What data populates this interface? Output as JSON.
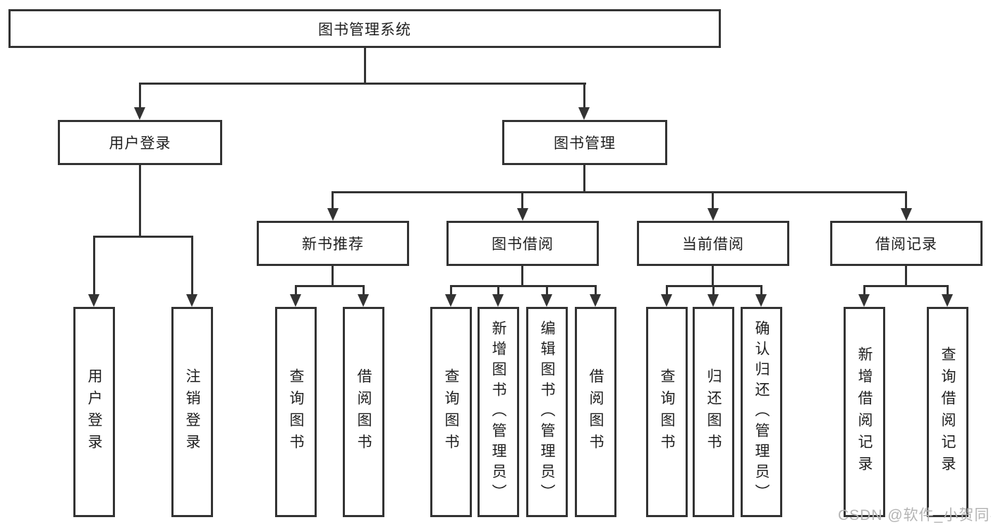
{
  "diagram_title": "图书管理系统",
  "colors": {
    "line": "#333333",
    "text": "#1f1f1f",
    "watermark": "#b4b4b4",
    "background": "#ffffff"
  },
  "nodes": {
    "root": {
      "label": "图书管理系统"
    },
    "user_login": {
      "label": "用户登录",
      "leaves": [
        {
          "label": "用户登录"
        },
        {
          "label": "注销登录"
        }
      ]
    },
    "book_management": {
      "label": "图书管理",
      "children": [
        {
          "label": "新书推荐",
          "leaves": [
            {
              "label": "查询图书"
            },
            {
              "label": "借阅图书"
            }
          ]
        },
        {
          "label": "图书借阅",
          "leaves": [
            {
              "label": "查询图书"
            },
            {
              "label": "新增图书（管理员）"
            },
            {
              "label": "编辑图书（管理员）"
            },
            {
              "label": "借阅图书"
            }
          ]
        },
        {
          "label": "当前借阅",
          "leaves": [
            {
              "label": "查询图书"
            },
            {
              "label": "归还图书"
            },
            {
              "label": "确认归还（管理员）"
            }
          ]
        },
        {
          "label": "借阅记录",
          "leaves": [
            {
              "label": "新增借阅记录"
            },
            {
              "label": "查询借阅记录"
            }
          ]
        }
      ]
    }
  },
  "watermark": "CSDN @软件_小贺同学"
}
